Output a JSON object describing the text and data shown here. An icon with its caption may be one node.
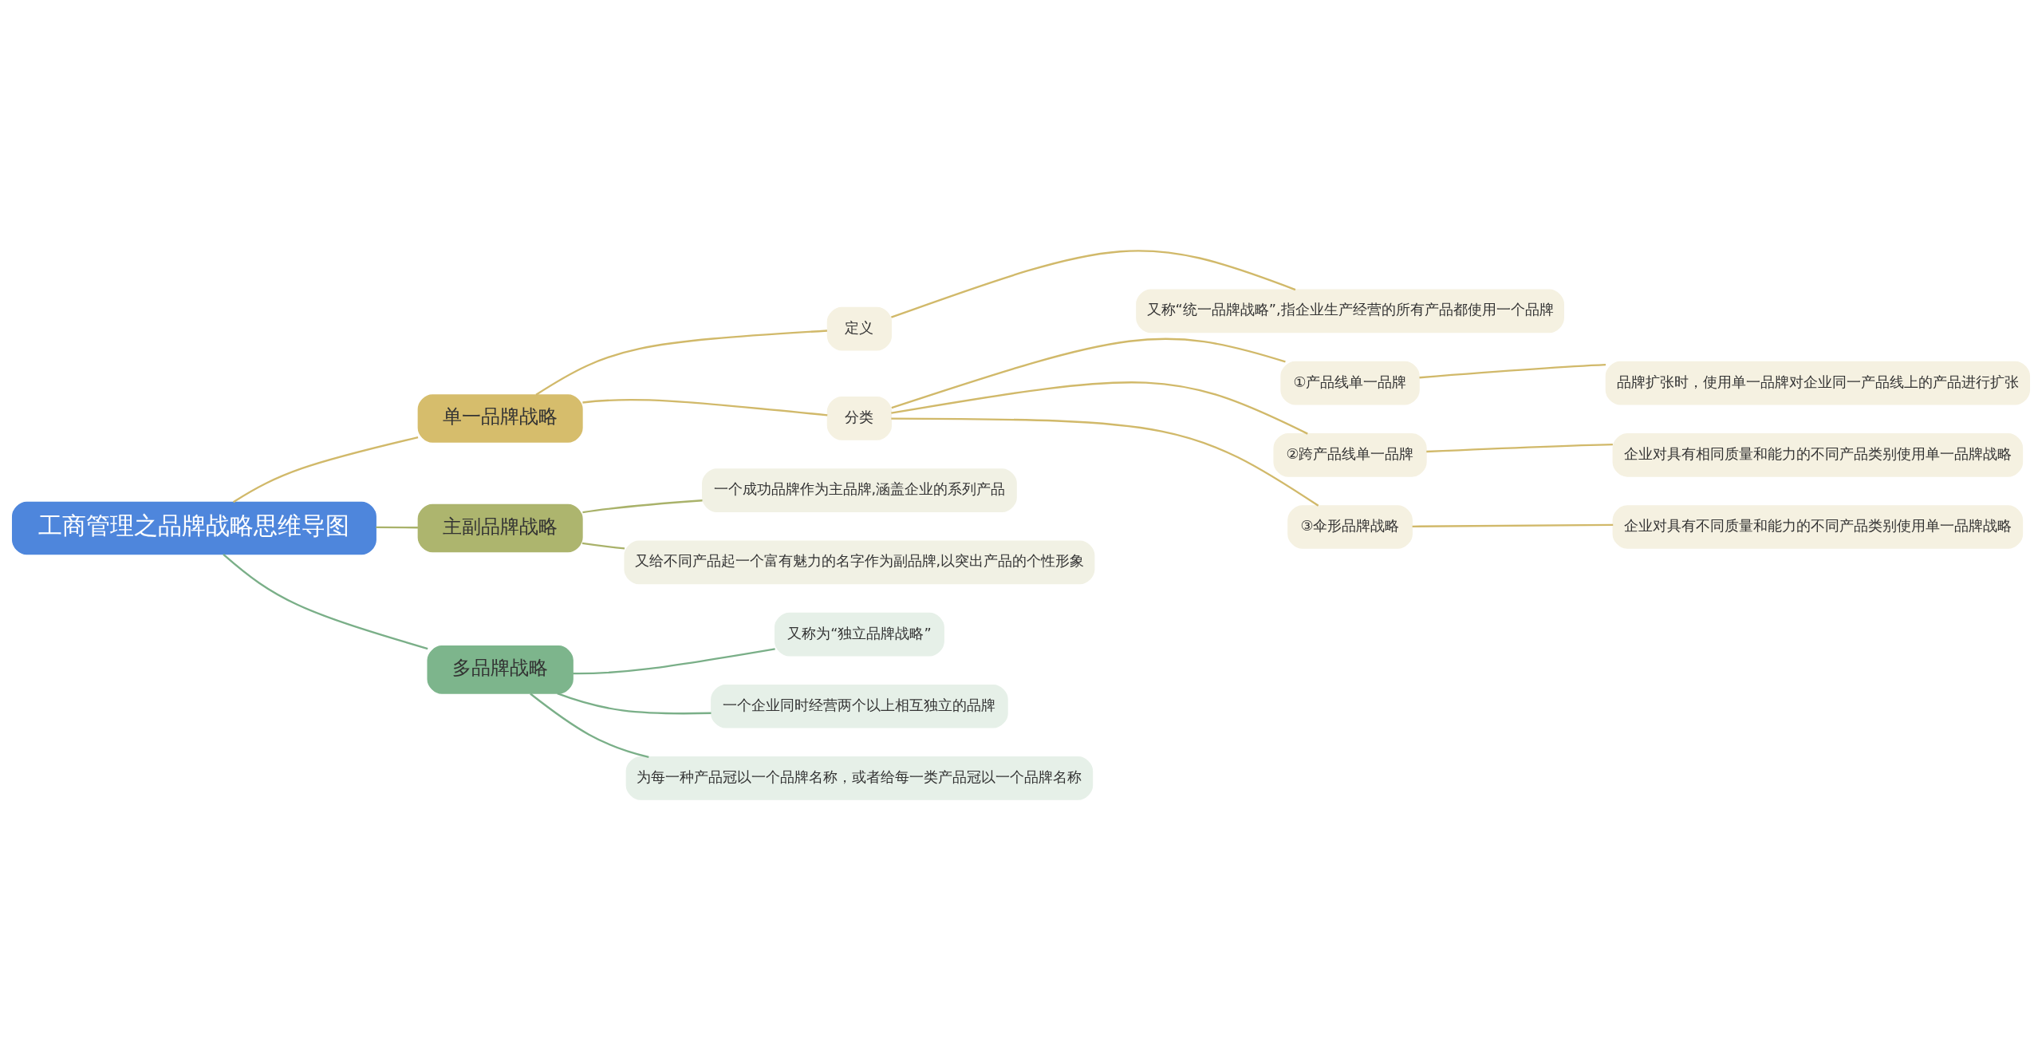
{
  "diagram": {
    "nodes": [
      {
        "text": [
          "工商管理之品牌战略思维导图"
        ]
      },
      {
        "text": [
          "单一品牌战略"
        ]
      },
      {
        "text": [
          "定义"
        ]
      },
      {
        "text": [
          "又称“统一品牌战略”,指企业生产经营的所有产品都使用一个品牌"
        ]
      },
      {
        "text": [
          "分类"
        ]
      },
      {
        "text": [
          "①产品线单一品牌"
        ]
      },
      {
        "text": [
          "品牌扩张时，使用单一品牌对企业同一产品线上的产品进行扩张"
        ]
      },
      {
        "text": [
          "②跨产品线单一品牌"
        ]
      },
      {
        "text": [
          "企业对具有相同质量和能力的不同产品类别使用单一品牌战略"
        ]
      },
      {
        "text": [
          "③伞形品牌战略"
        ]
      },
      {
        "text": [
          "企业对具有不同质量和能力的不同产品类别使用单一品牌战略"
        ]
      },
      {
        "text": [
          "主副品牌战略"
        ]
      },
      {
        "text": [
          "一个成功品牌作为主品牌,涵盖企业的系列产品"
        ]
      },
      {
        "text": [
          "又给不同产品起一个富有魅力的名字作为副品牌,以突出产品的个性形象"
        ]
      },
      {
        "text": [
          "多品牌战略"
        ]
      },
      {
        "text": [
          "又称为“独立品牌战略”"
        ]
      },
      {
        "text": [
          "一个企业同时经营两个以上相互独立的品牌"
        ]
      },
      {
        "text": [
          "为每一种产品冠以一个品牌名称，或者给每一类产品冠以一个品牌名称"
        ]
      }
    ],
    "edges": [
      {
        "from": 0,
        "to": 1,
        "arrow": "none"
      },
      {
        "from": 1,
        "to": 2,
        "arrow": "none"
      },
      {
        "from": 2,
        "to": 3,
        "arrow": "none"
      },
      {
        "from": 1,
        "to": 4,
        "arrow": "none"
      },
      {
        "from": 4,
        "to": 5,
        "arrow": "none"
      },
      {
        "from": 5,
        "to": 6,
        "arrow": "none"
      },
      {
        "from": 4,
        "to": 7,
        "arrow": "none"
      },
      {
        "from": 7,
        "to": 8,
        "arrow": "none"
      },
      {
        "from": 4,
        "to": 9,
        "arrow": "none"
      },
      {
        "from": 9,
        "to": 10,
        "arrow": "none"
      },
      {
        "from": 0,
        "to": 11,
        "arrow": "none",
        "color": "#a9b26a"
      },
      {
        "from": 11,
        "to": 12,
        "arrow": "none",
        "color": "#a9b26a"
      },
      {
        "from": 11,
        "to": 13,
        "arrow": "none",
        "color": "#a9b26a"
      },
      {
        "from": 0,
        "to": 14,
        "arrow": "none",
        "color": "#7aaf88"
      },
      {
        "from": 14,
        "to": 15,
        "arrow": "none",
        "color": "#7aaf88"
      },
      {
        "from": 14,
        "to": 16,
        "arrow": "none",
        "color": "#7aaf88"
      },
      {
        "from": 14,
        "to": 17,
        "arrow": "none",
        "color": "#7aaf88"
      }
    ]
  }
}
